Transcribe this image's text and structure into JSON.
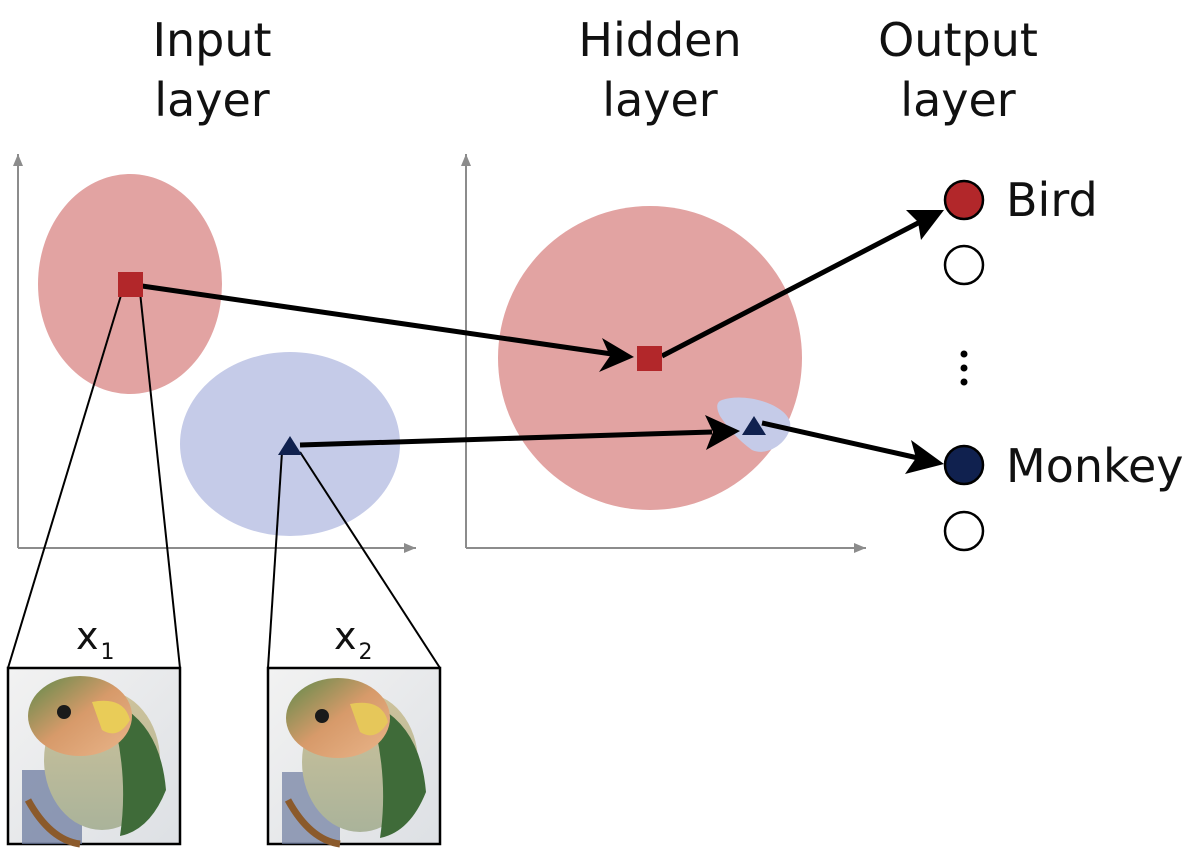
{
  "titles": {
    "input_line1": "Input",
    "input_line2": "layer",
    "hidden_line1": "Hidden",
    "hidden_line2": "layer",
    "output_line1": "Output",
    "output_line2": "layer"
  },
  "outputs": {
    "bird": "Bird",
    "monkey": "Monkey"
  },
  "inputs": {
    "x1": {
      "base": "x",
      "sub": "1"
    },
    "x2": {
      "base": "x",
      "sub": "2"
    }
  },
  "colors": {
    "bird_region": "#e2a3a2",
    "monkey_region": "#c5cbe8",
    "bird_marker": "#b2272a",
    "monkey_marker": "#10214f",
    "axis": "#8c8c8c",
    "arrow": "#000000",
    "line": "#000000"
  },
  "icons": {
    "bird_marker": "square",
    "monkey_marker": "triangle",
    "output_node": "circle",
    "ellipsis": "vertical-dots"
  }
}
